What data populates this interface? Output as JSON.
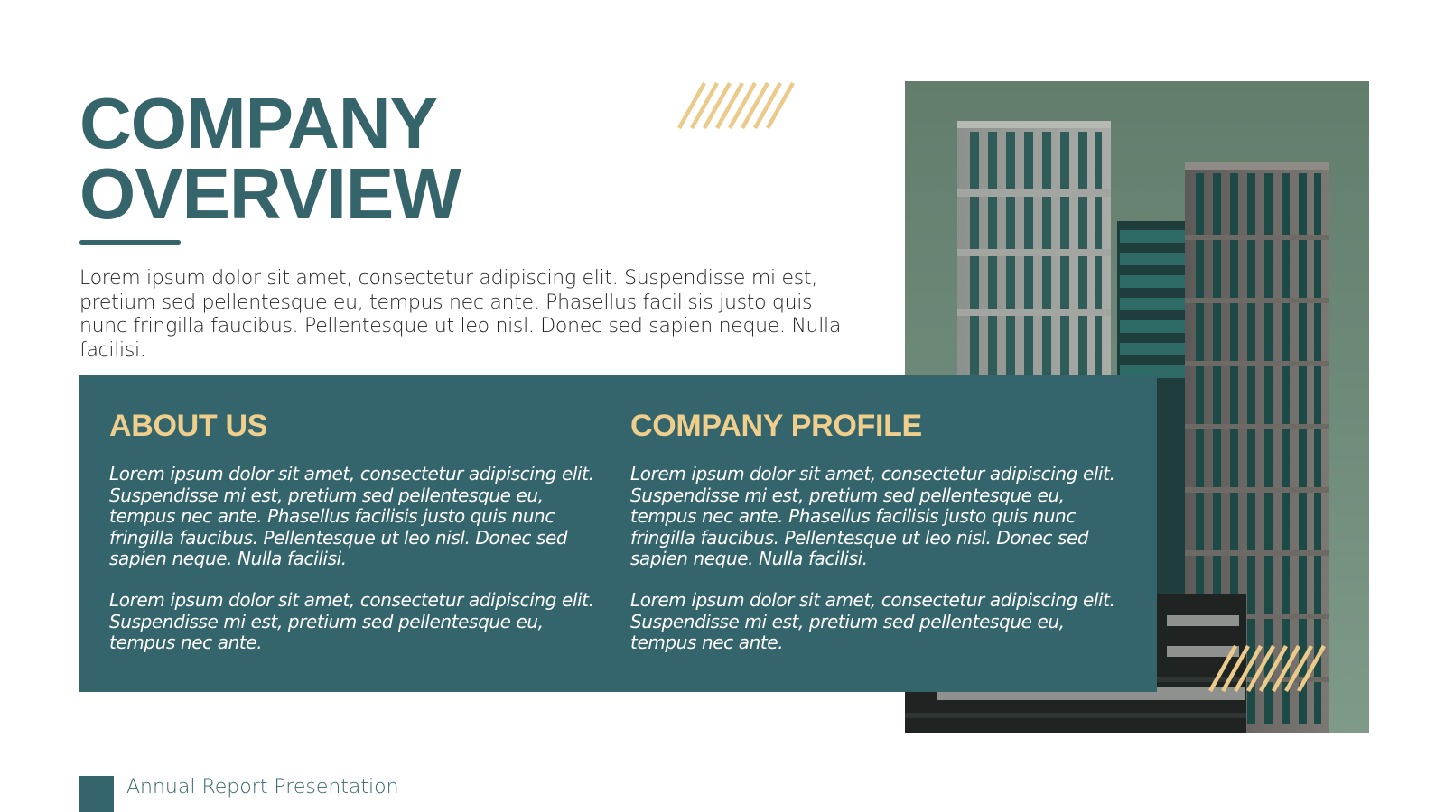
{
  "title": {
    "line1": "COMPANY",
    "line2": "OVERVIEW"
  },
  "intro": "Lorem ipsum dolor sit amet, consectetur adipiscing elit. Suspendisse mi est, pretium sed pellentesque eu, tempus nec ante. Phasellus facilisis justo quis nunc fringilla faucibus. Pellentesque ut leo nisl. Donec sed sapien neque. Nulla facilisi.",
  "about": {
    "heading": "ABOUT US",
    "p1": "Lorem ipsum dolor sit amet, consectetur adipiscing elit. Suspendisse mi est, pretium sed pellentesque eu, tempus nec ante. Phasellus facilisis justo quis nunc fringilla faucibus. Pellentesque ut leo nisl. Donec sed sapien neque. Nulla facilisi.",
    "p2": "Lorem ipsum dolor sit amet, consectetur adipiscing elit. Suspendisse mi est, pretium sed pellentesque eu, tempus nec ante."
  },
  "profile": {
    "heading": "COMPANY PROFILE",
    "p1": "Lorem ipsum dolor sit amet, consectetur adipiscing elit. Suspendisse mi est, pretium sed pellentesque eu, tempus nec ante. Phasellus facilisis justo quis nunc fringilla faucibus. Pellentesque ut leo nisl. Donec sed sapien neque. Nulla facilisi.",
    "p2": "Lorem ipsum dolor sit amet, consectetur adipiscing elit. Suspendisse mi est, pretium sed pellentesque eu, tempus nec ante."
  },
  "footer": {
    "label": "Annual Report Presentation"
  },
  "colors": {
    "primary": "#35656c",
    "accent": "#f0cf8c",
    "background": "#ffffff"
  },
  "icons": {
    "decor": "diagonal-stripes-icon",
    "photo": "building-photo"
  }
}
